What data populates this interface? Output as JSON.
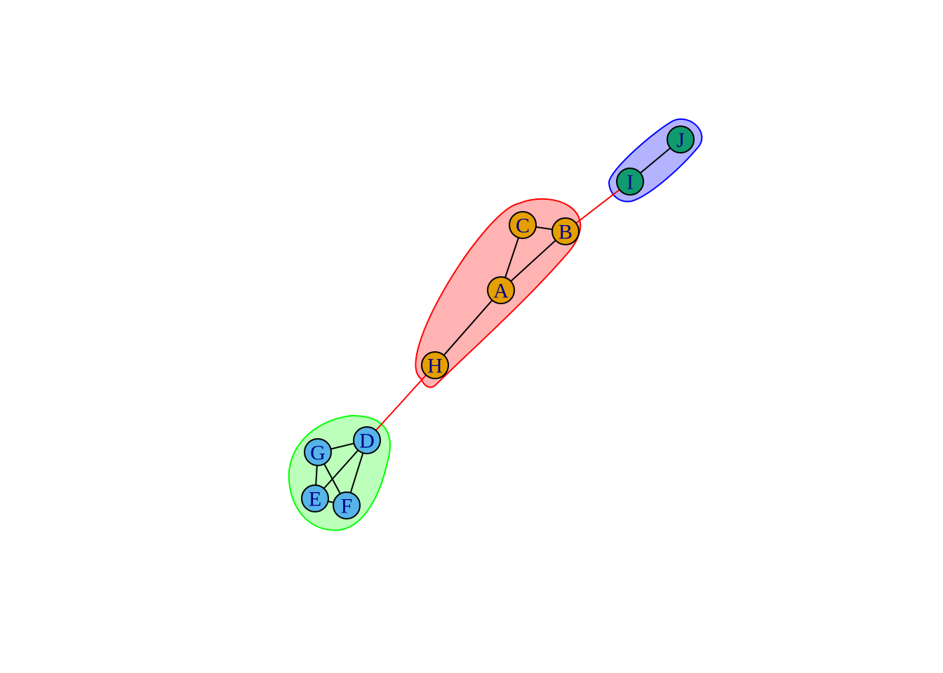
{
  "graph": {
    "communities": [
      {
        "id": "red",
        "fill": "#ffb3b3",
        "stroke": "#ff0000",
        "members": [
          "A",
          "B",
          "C",
          "H"
        ]
      },
      {
        "id": "blue",
        "fill": "#b3b3ff",
        "stroke": "#0000ff",
        "members": [
          "I",
          "J"
        ]
      },
      {
        "id": "green",
        "fill": "#bbffbb",
        "stroke": "#00ff00",
        "members": [
          "D",
          "E",
          "F",
          "G"
        ]
      }
    ],
    "nodes": [
      {
        "id": "A",
        "label": "A",
        "color": "#e69f00"
      },
      {
        "id": "B",
        "label": "B",
        "color": "#e69f00"
      },
      {
        "id": "C",
        "label": "C",
        "color": "#e69f00"
      },
      {
        "id": "H",
        "label": "H",
        "color": "#e69f00"
      },
      {
        "id": "D",
        "label": "D",
        "color": "#56b4e9"
      },
      {
        "id": "E",
        "label": "E",
        "color": "#56b4e9"
      },
      {
        "id": "F",
        "label": "F",
        "color": "#56b4e9"
      },
      {
        "id": "G",
        "label": "G",
        "color": "#56b4e9"
      },
      {
        "id": "I",
        "label": "I",
        "color": "#109b6e"
      },
      {
        "id": "J",
        "label": "J",
        "color": "#109b6e"
      }
    ],
    "edges": [
      {
        "from": "A",
        "to": "B",
        "type": "within"
      },
      {
        "from": "A",
        "to": "C",
        "type": "within"
      },
      {
        "from": "B",
        "to": "C",
        "type": "within"
      },
      {
        "from": "A",
        "to": "H",
        "type": "within"
      },
      {
        "from": "I",
        "to": "J",
        "type": "within"
      },
      {
        "from": "G",
        "to": "D",
        "type": "within"
      },
      {
        "from": "G",
        "to": "E",
        "type": "within"
      },
      {
        "from": "G",
        "to": "F",
        "type": "within"
      },
      {
        "from": "D",
        "to": "E",
        "type": "within"
      },
      {
        "from": "D",
        "to": "F",
        "type": "within"
      },
      {
        "from": "E",
        "to": "F",
        "type": "within"
      },
      {
        "from": "B",
        "to": "I",
        "type": "between"
      },
      {
        "from": "H",
        "to": "D",
        "type": "between"
      }
    ],
    "edge_colors": {
      "within": "#000000",
      "between": "#ff0000"
    }
  }
}
